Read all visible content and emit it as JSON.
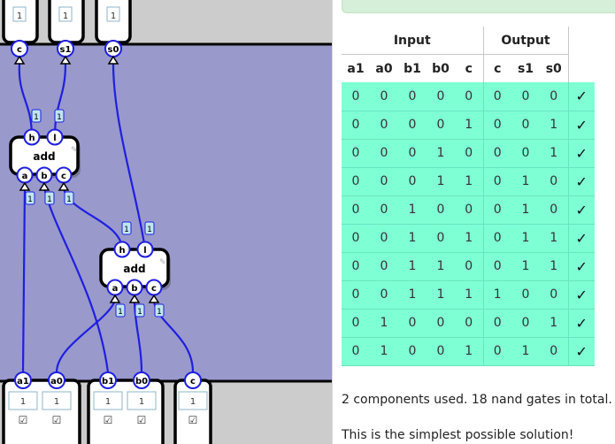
{
  "circuit": {
    "colors": {
      "background": "#9999cc",
      "top_strip": "#cccccc",
      "wire": "#1f1fe0",
      "node_fill": "#ffffff",
      "node_border": "#1f1fe0",
      "port_tag_fill": "#bfe6f2"
    },
    "output_pins": [
      {
        "label": "c",
        "value": "1"
      },
      {
        "label": "s1",
        "value": "1"
      },
      {
        "label": "s0",
        "value": "1"
      }
    ],
    "components": [
      {
        "name": "add",
        "inputs": [
          {
            "label": "a",
            "value": "1"
          },
          {
            "label": "b",
            "value": "1"
          },
          {
            "label": "c",
            "value": "1"
          }
        ],
        "outputs": [
          {
            "label": "h",
            "value": "1"
          },
          {
            "label": "l",
            "value": "1"
          }
        ]
      },
      {
        "name": "add",
        "inputs": [
          {
            "label": "a",
            "value": "1"
          },
          {
            "label": "b",
            "value": "1"
          },
          {
            "label": "c",
            "value": "1"
          }
        ],
        "outputs": [
          {
            "label": "h",
            "value": "1"
          },
          {
            "label": "l",
            "value": "1"
          }
        ]
      }
    ],
    "input_pins": [
      {
        "label": "a1",
        "value": "1",
        "checkbox": "☑"
      },
      {
        "label": "a0",
        "value": "1",
        "checkbox": "☑"
      },
      {
        "label": "b1",
        "value": "1",
        "checkbox": "☑"
      },
      {
        "label": "b0",
        "value": "1",
        "checkbox": "☑"
      },
      {
        "label": "c",
        "value": "1",
        "checkbox": "☑"
      }
    ]
  },
  "truth_table": {
    "input_header": "Input",
    "output_header": "Output",
    "columns": [
      "a1",
      "a0",
      "b1",
      "b0",
      "c",
      "c",
      "s1",
      "s0"
    ],
    "check_mark": "✓",
    "row_color": "#7fffd4",
    "rows": [
      [
        "0",
        "0",
        "0",
        "0",
        "0",
        "0",
        "0",
        "0"
      ],
      [
        "0",
        "0",
        "0",
        "0",
        "1",
        "0",
        "0",
        "1"
      ],
      [
        "0",
        "0",
        "0",
        "1",
        "0",
        "0",
        "0",
        "1"
      ],
      [
        "0",
        "0",
        "0",
        "1",
        "1",
        "0",
        "1",
        "0"
      ],
      [
        "0",
        "0",
        "1",
        "0",
        "0",
        "0",
        "1",
        "0"
      ],
      [
        "0",
        "0",
        "1",
        "0",
        "1",
        "0",
        "1",
        "1"
      ],
      [
        "0",
        "0",
        "1",
        "1",
        "0",
        "0",
        "1",
        "1"
      ],
      [
        "0",
        "0",
        "1",
        "1",
        "1",
        "1",
        "0",
        "0"
      ],
      [
        "0",
        "1",
        "0",
        "0",
        "0",
        "0",
        "0",
        "1"
      ],
      [
        "0",
        "1",
        "0",
        "0",
        "1",
        "0",
        "1",
        "0"
      ]
    ]
  },
  "stats": {
    "components_text": "2 components used. 18 nand gates in total.",
    "solution_text": "This is the simplest possible solution!"
  }
}
